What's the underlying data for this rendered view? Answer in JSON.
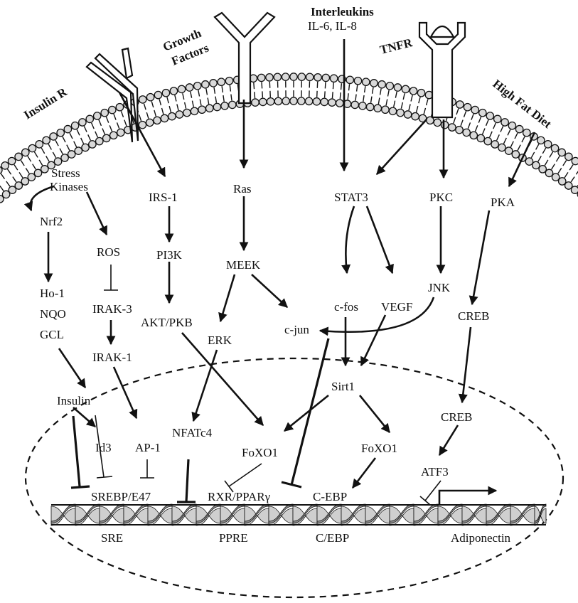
{
  "colors": {
    "ink": "#111111",
    "membrane_head": "#d9d9d9",
    "dna_light": "#cfcfcf",
    "dna_dark": "#8a8a8a",
    "background": "#ffffff"
  },
  "receptors": {
    "insulin_r": "Insulin R",
    "growth_factors_line1": "Growth",
    "growth_factors_line2": "Factors",
    "interleukins": "Interleukins",
    "interleukins_sub": "IL-6, IL-8",
    "tnfr": "TNFR",
    "high_fat_diet": "High Fat Diet"
  },
  "cytoplasm": {
    "stress_kinases_line1": "Stress",
    "stress_kinases_line2": "Kinases",
    "nrf2": "Nrf2",
    "ros": "ROS",
    "ho1": "Ho-1",
    "nqo": "NQO",
    "gcl": "GCL",
    "irak3": "IRAK-3",
    "irak1": "IRAK-1",
    "irs1": "IRS-1",
    "pi3k": "PI3K",
    "akt_pkb": "AKT/PKB",
    "ras": "Ras",
    "meek": "MEEK",
    "erk": "ERK",
    "c_jun": "c-jun",
    "stat3": "STAT3",
    "c_fos": "c-fos",
    "vegf": "VEGF",
    "pkc": "PKC",
    "jnk": "JNK",
    "pka": "PKA",
    "creb_cyto": "CREB"
  },
  "nucleus": {
    "insulin": "Insulin",
    "id3": "Id3",
    "ap1": "AP-1",
    "nfatc4": "NFATc4",
    "foxo1_left": "FoXO1",
    "sirt1": "Sirt1",
    "foxo1_right": "FoXO1",
    "creb": "CREB",
    "atf3": "ATF3",
    "srebp_e47": "SREBP/E47",
    "rxr_ppar": "RXR/PPARγ",
    "c_ebp": "C-EBP",
    "sre": "SRE",
    "ppre": "PPRE",
    "c_ebp_site": "C/EBP",
    "adiponectin": "Adiponectin"
  }
}
